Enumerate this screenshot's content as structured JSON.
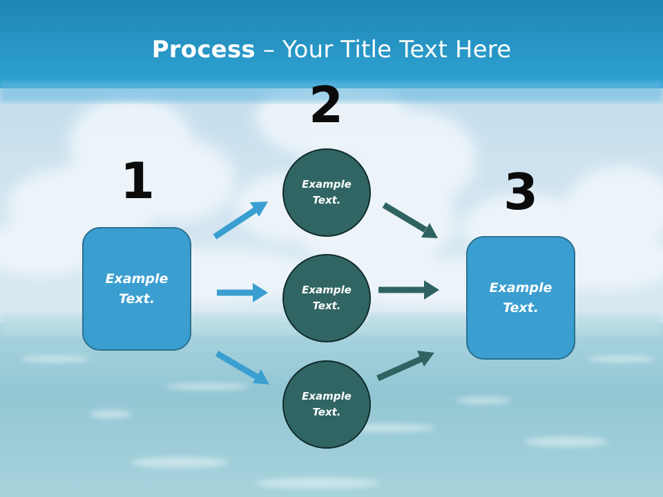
{
  "slide": {
    "title_bold": "Process",
    "title_rest": " – Your Title Text Here"
  },
  "steps": {
    "number_1": "1",
    "number_2": "2",
    "number_3": "3"
  },
  "boxes": {
    "left": "Example\nText.",
    "right": "Example\nText."
  },
  "circles": {
    "top": "Example\nText.",
    "middle": "Example\nText.",
    "bottom": "Example\nText."
  },
  "colors": {
    "box_fill": "#3a9fd0",
    "circle_fill": "#306563",
    "arrow_light": "#3a9fd0",
    "arrow_dark": "#2f6362",
    "header_band": "#2592c0"
  }
}
